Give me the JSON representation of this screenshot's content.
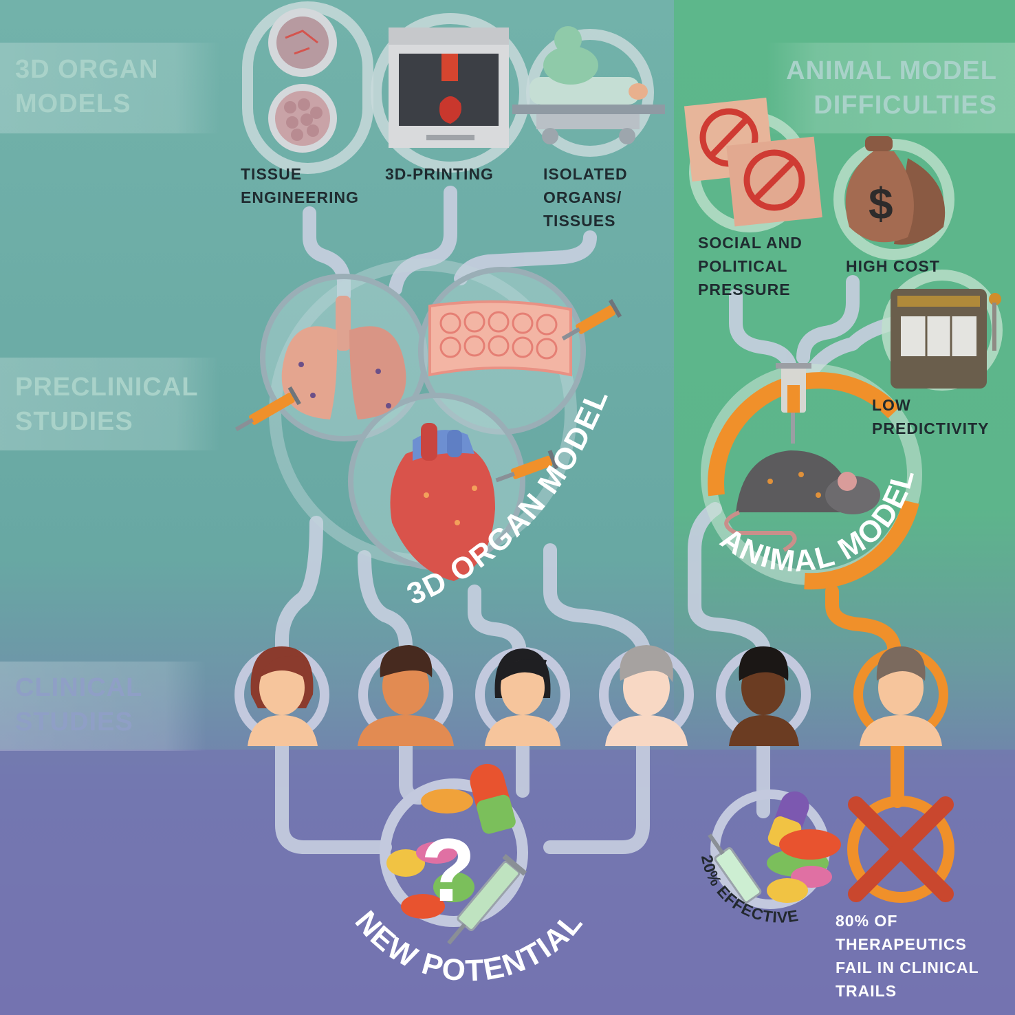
{
  "bands": {
    "organ_models": "3D ORGAN\nMODELS",
    "preclinical": "PRECLINICAL\nSTUDIES",
    "clinical": "CLINICAL\nSTUDIES",
    "animal_difficulties": "ANIMAL MODEL\nDIFFICULTIES"
  },
  "methods": {
    "tissue_engineering": "TISSUE\nENGINEERING",
    "printing": "3D-PRINTING",
    "isolated": "ISOLATED\nORGANS/\nTISSUES"
  },
  "difficulties": {
    "social": "SOCIAL AND\nPOLITICAL\nPRESSURE",
    "cost": "HIGH COST",
    "predictivity": "LOW\nPREDICTIVITY"
  },
  "arcs": {
    "organ_models": "3D ORGAN MODELS",
    "animal_models": "ANIMAL MODELS",
    "new_potential": "NEW POTENTIAL",
    "effective": "20% EFFECTIVE"
  },
  "outcomes": {
    "question_mark": "?",
    "dollar_sign": "$",
    "fail_note": "80% OF\nTHERAPEUTICS\nFAIL IN CLINICAL\nTRAILS"
  },
  "colors": {
    "teal": "#6fb3ab",
    "green": "#5cb58a",
    "purple": "#7473b0",
    "connector": "#c8cfe0",
    "orange": "#f0902a",
    "red_cross": "#c9472e"
  }
}
